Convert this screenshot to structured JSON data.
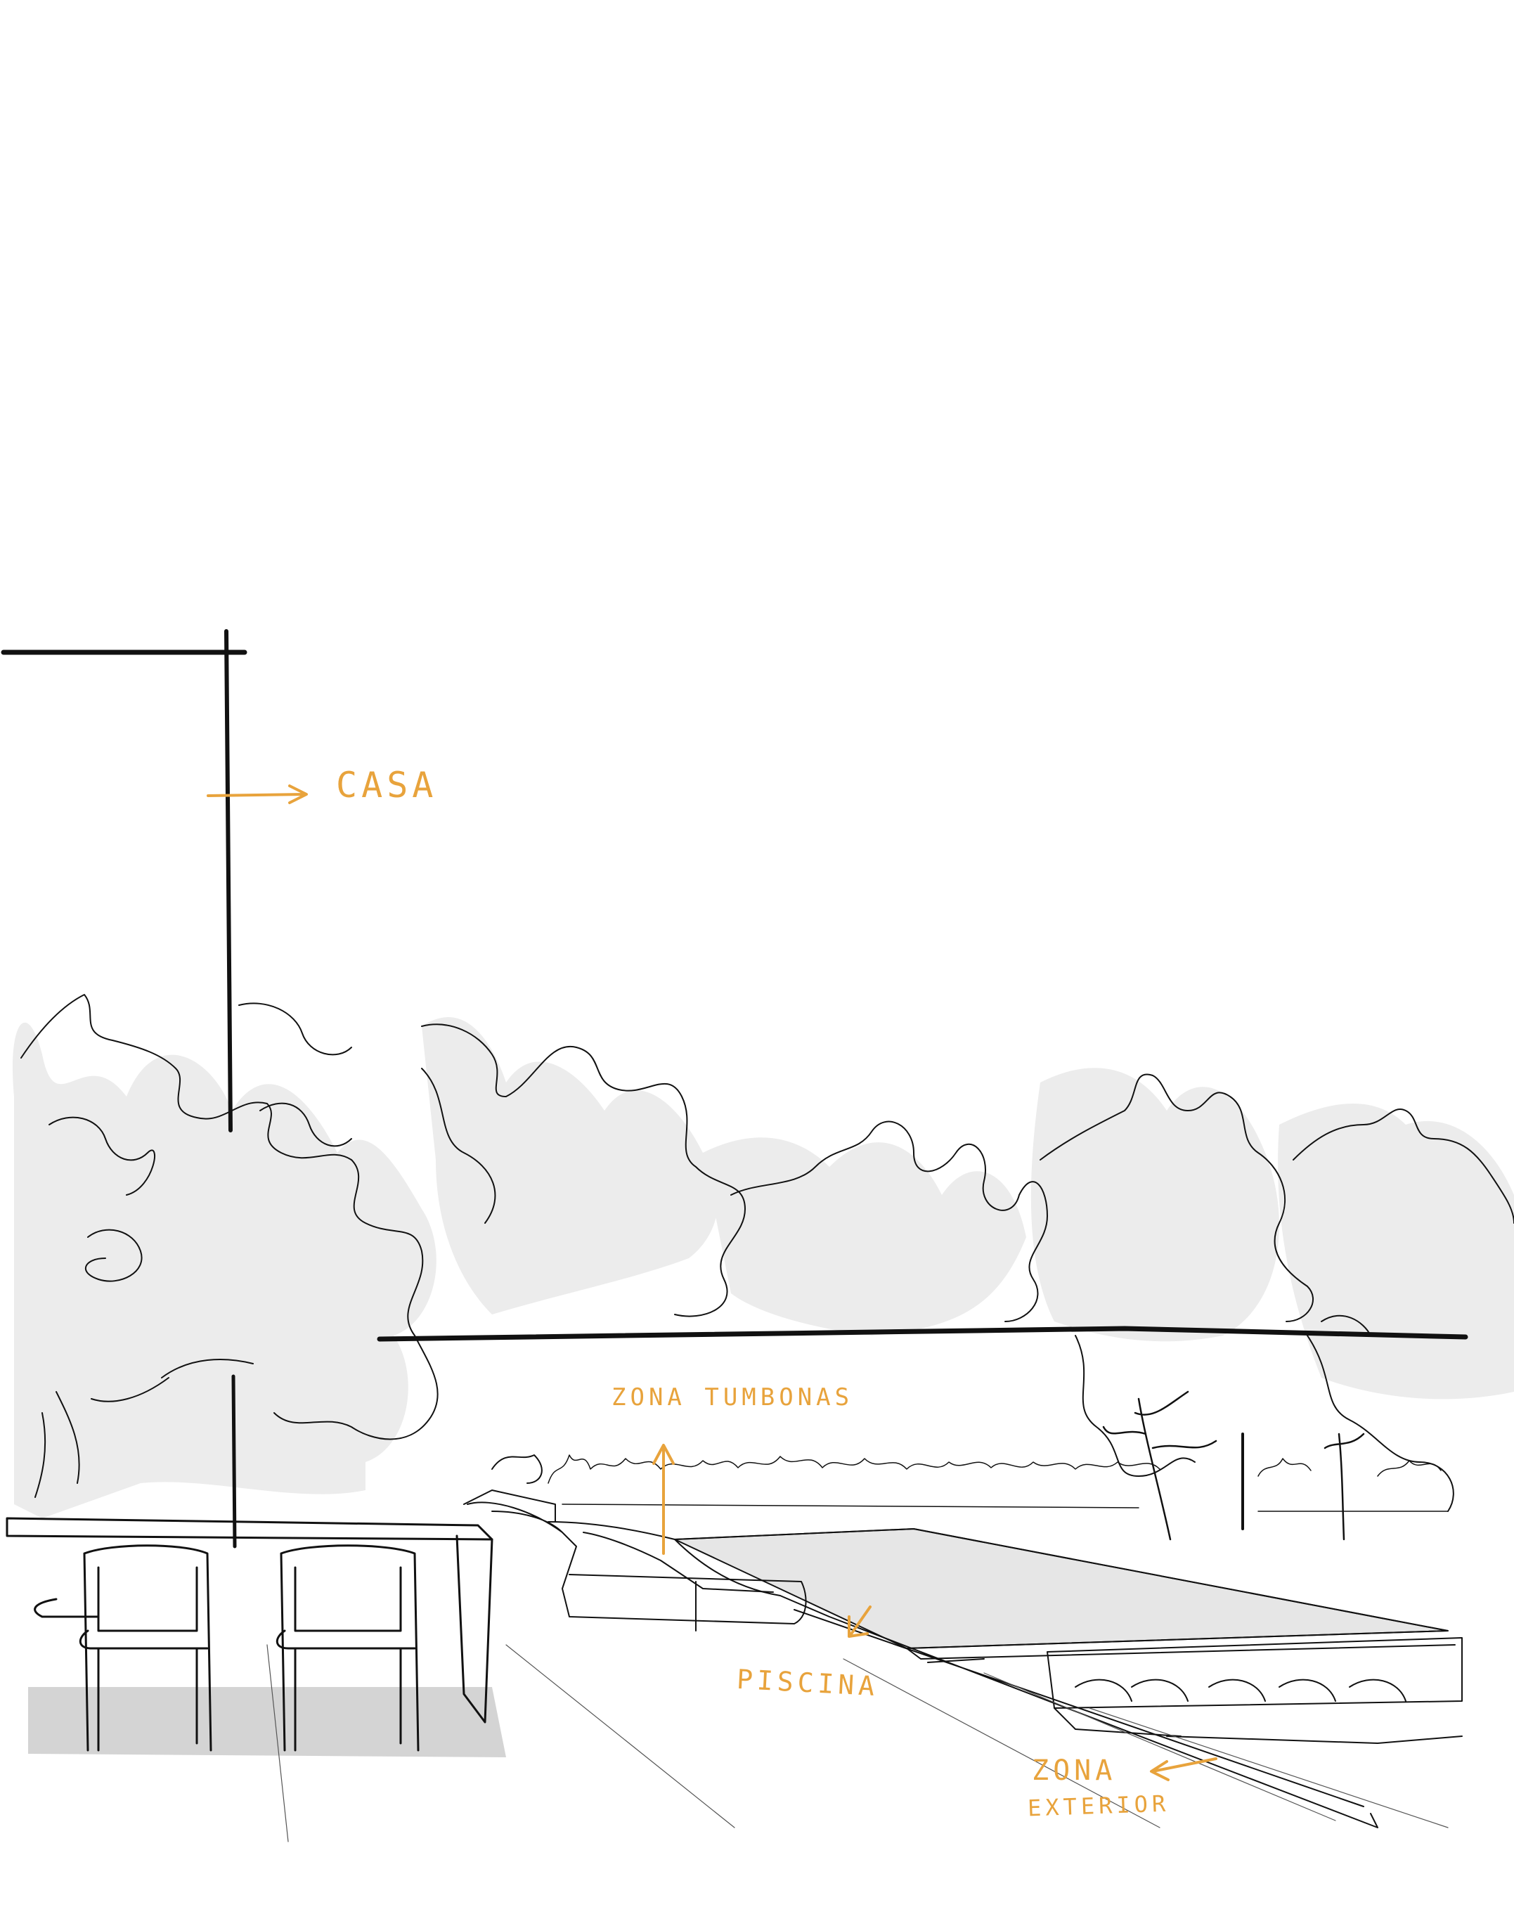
{
  "colors": {
    "accent": "#E8A33C",
    "ink": "#111111",
    "shade": "#E9E9E9",
    "paper": "#FFFFFF"
  },
  "labels": {
    "casa": "CASA",
    "zona_tumbonas": "ZONA TUMBONAS",
    "piscina": "PISCINA",
    "zona_exterior_line1": "ZONA",
    "zona_exterior_line2": "EXTERIOR"
  },
  "icons": [
    "arrow-right-icon",
    "arrow-up-icon",
    "arrow-down-left-icon",
    "arrow-left-icon"
  ]
}
